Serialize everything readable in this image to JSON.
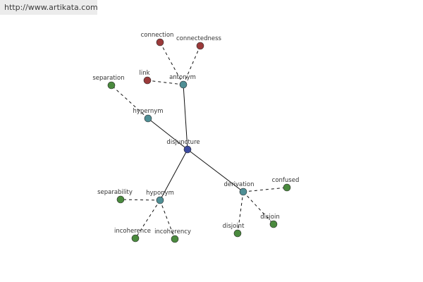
{
  "header": {
    "url": "http://www.artikata.com"
  },
  "graph": {
    "nodes": [
      {
        "id": "disjuncture",
        "label": "disjuncture",
        "type": "root"
      },
      {
        "id": "antonym",
        "label": "antonym",
        "type": "relation"
      },
      {
        "id": "hypernym",
        "label": "hypernym",
        "type": "relation"
      },
      {
        "id": "hyponym",
        "label": "hyponym",
        "type": "relation"
      },
      {
        "id": "derivation",
        "label": "derivation",
        "type": "relation"
      },
      {
        "id": "connection",
        "label": "connection",
        "type": "antonym-word"
      },
      {
        "id": "connectedness",
        "label": "connectedness",
        "type": "antonym-word"
      },
      {
        "id": "link",
        "label": "link",
        "type": "antonym-word"
      },
      {
        "id": "separation",
        "label": "separation",
        "type": "word"
      },
      {
        "id": "separability",
        "label": "separability",
        "type": "word"
      },
      {
        "id": "incoherence",
        "label": "incoherence",
        "type": "word"
      },
      {
        "id": "incoherency",
        "label": "incoherency",
        "type": "word"
      },
      {
        "id": "confused",
        "label": "confused",
        "type": "word"
      },
      {
        "id": "disjoint",
        "label": "disjoint",
        "type": "word"
      },
      {
        "id": "disjoin",
        "label": "disjoin",
        "type": "word"
      }
    ],
    "edges": [
      {
        "from": "disjuncture",
        "to": "antonym",
        "style": "solid"
      },
      {
        "from": "disjuncture",
        "to": "hypernym",
        "style": "solid"
      },
      {
        "from": "disjuncture",
        "to": "hyponym",
        "style": "solid"
      },
      {
        "from": "disjuncture",
        "to": "derivation",
        "style": "solid"
      },
      {
        "from": "antonym",
        "to": "connection",
        "style": "dashed"
      },
      {
        "from": "antonym",
        "to": "connectedness",
        "style": "dashed"
      },
      {
        "from": "antonym",
        "to": "link",
        "style": "dashed"
      },
      {
        "from": "hypernym",
        "to": "separation",
        "style": "dashed"
      },
      {
        "from": "hyponym",
        "to": "separability",
        "style": "dashed"
      },
      {
        "from": "hyponym",
        "to": "incoherence",
        "style": "dashed"
      },
      {
        "from": "hyponym",
        "to": "incoherency",
        "style": "dashed"
      },
      {
        "from": "derivation",
        "to": "confused",
        "style": "dashed"
      },
      {
        "from": "derivation",
        "to": "disjoint",
        "style": "dashed"
      },
      {
        "from": "derivation",
        "to": "disjoin",
        "style": "dashed"
      }
    ],
    "colors": {
      "root": "#3b4aa0",
      "relation": "#4f8f95",
      "antonym-word": "#9b3a3a",
      "word": "#4a8a3e",
      "edge": "#111111",
      "node_stroke": "#2a2a2a"
    }
  }
}
